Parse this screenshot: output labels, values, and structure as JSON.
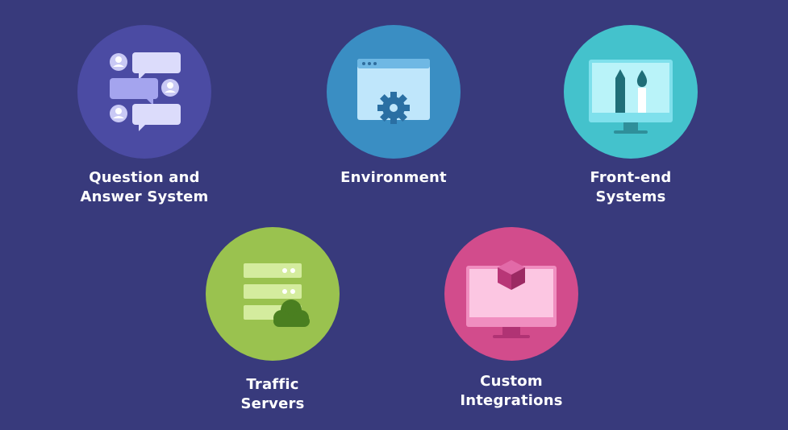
{
  "items": [
    {
      "id": "qa",
      "label_lines": [
        "Question and",
        "Answer System"
      ],
      "icon": "chat-bubbles-icon",
      "color": "#4b4ba3"
    },
    {
      "id": "env",
      "label_lines": [
        "Environment"
      ],
      "icon": "browser-gear-icon",
      "color": "#3a8ec3"
    },
    {
      "id": "fe",
      "label_lines": [
        "Front-end",
        "Systems"
      ],
      "icon": "monitor-pencil-brush-icon",
      "color": "#44c2cc"
    },
    {
      "id": "ts",
      "label_lines": [
        "Traffic",
        "Servers"
      ],
      "icon": "server-cloud-icon",
      "color": "#9ac24f"
    },
    {
      "id": "ci",
      "label_lines": [
        "Custom",
        "Integrations"
      ],
      "icon": "monitor-cube-icon",
      "color": "#d24c8c"
    }
  ],
  "background": "#383a7c"
}
